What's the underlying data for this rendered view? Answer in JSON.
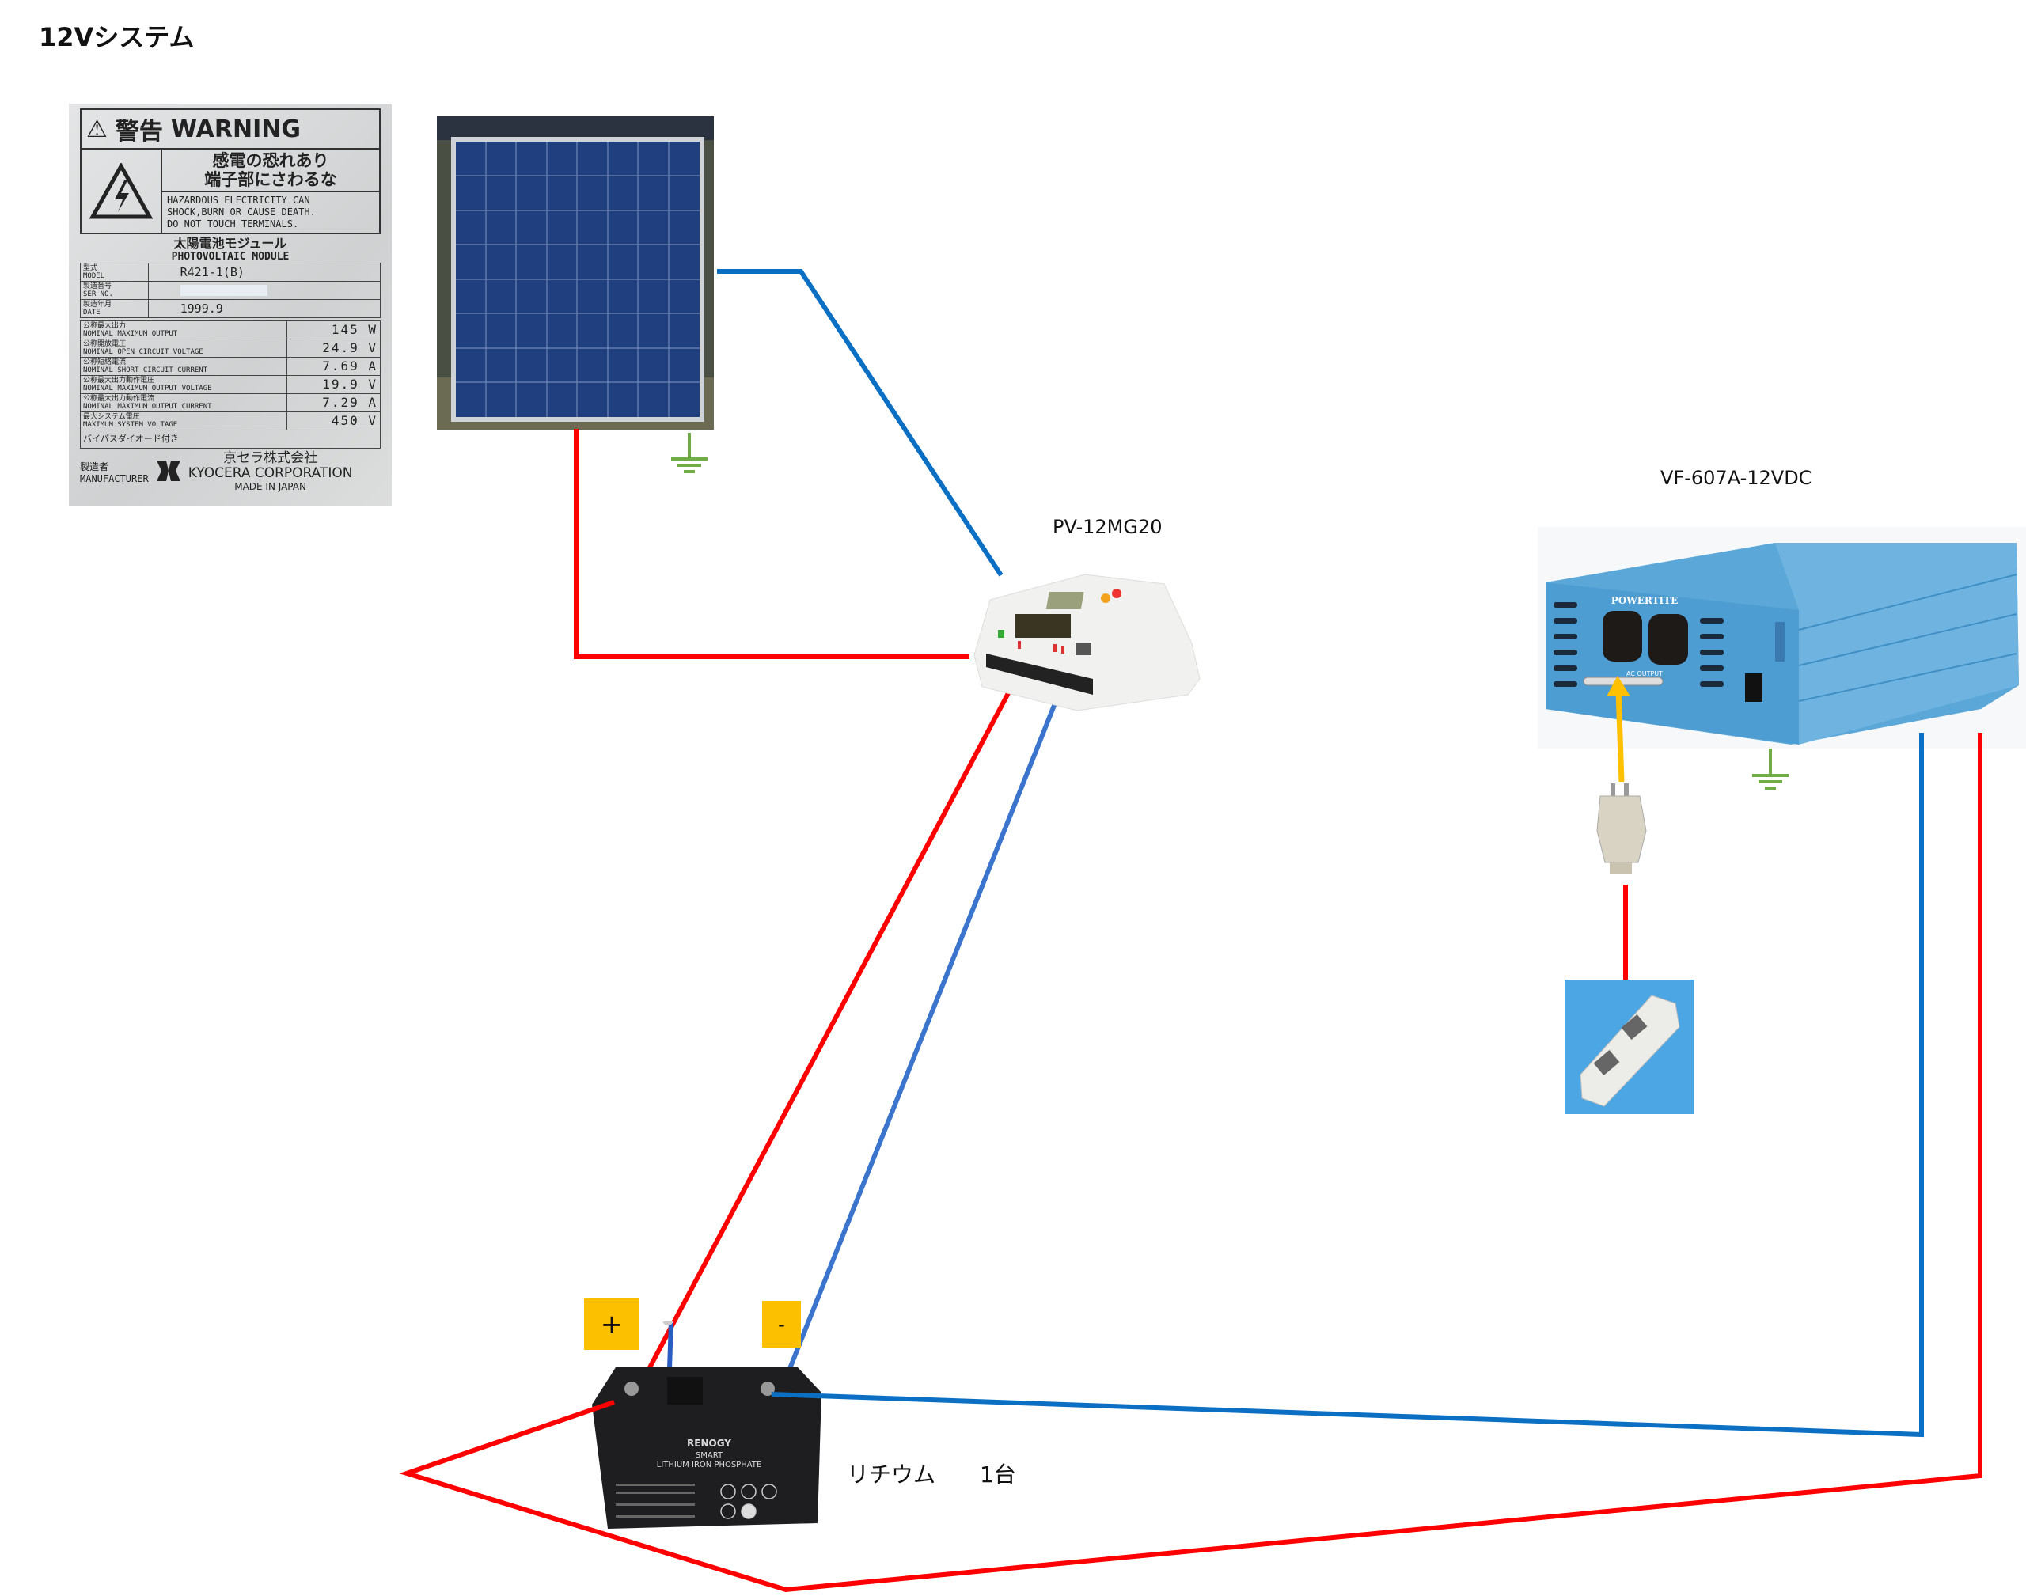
{
  "title": "12Vシステム",
  "nameplate": {
    "warning_jp": "警告",
    "warning_en": "WARNING",
    "hazard_jp_1": "感電の恐れあり",
    "hazard_jp_2": "端子部にさわるな",
    "hazard_en_1": "HAZARDOUS ELECTRICITY CAN",
    "hazard_en_2": "SHOCK,BURN OR CAUSE DEATH.",
    "hazard_en_3": "DO NOT TOUCH TERMINALS.",
    "module_jp": "太陽電池モジュール",
    "module_en": "PHOTOVOLTAIC MODULE",
    "info": [
      {
        "label_jp": "型式",
        "label_en": "MODEL",
        "value": "R421-1(B)"
      },
      {
        "label_jp": "製造番号",
        "label_en": "SER NO.",
        "value": ""
      },
      {
        "label_jp": "製造年月",
        "label_en": "DATE",
        "value": "1999.9"
      }
    ],
    "specs": [
      {
        "label_jp": "公称最大出力",
        "label_en": "NOMINAL MAXIMUM OUTPUT",
        "value": "145 W"
      },
      {
        "label_jp": "公称開放電圧",
        "label_en": "NOMINAL OPEN CIRCUIT VOLTAGE",
        "value": "24.9 V"
      },
      {
        "label_jp": "公称短絡電流",
        "label_en": "NOMINAL SHORT CIRCUIT CURRENT",
        "value": "7.69 A"
      },
      {
        "label_jp": "公称最大出力動作電圧",
        "label_en": "NOMINAL MAXIMUM OUTPUT VOLTAGE",
        "value": "19.9 V"
      },
      {
        "label_jp": "公称最大出力動作電流",
        "label_en": "NOMINAL MAXIMUM OUTPUT CURRENT",
        "value": "7.29 A"
      },
      {
        "label_jp": "最大システム電圧",
        "label_en": "MAXIMUM SYSTEM VOLTAGE",
        "value": "450 V"
      }
    ],
    "bypass": "バイパスダイオード付き",
    "manufacturer_jp": "製造者",
    "manufacturer_en": "MANUFACTURER",
    "corp_jp": "京セラ株式会社",
    "corp_en": "KYOCERA CORPORATION",
    "made_in": "MADE IN JAPAN",
    "logo_text": "KYOCERA"
  },
  "controller": {
    "label": "PV-12MG20"
  },
  "inverter": {
    "label": "VF-607A-12VDC",
    "brand": "POWERTITE",
    "ac_output": "AC OUTPUT"
  },
  "battery": {
    "brand": "RENOGY",
    "line1": "SMART",
    "line2": "LITHIUM IRON PHOSPHATE",
    "plus": "+",
    "minus": "-",
    "caption": "リチウム　　1台"
  },
  "colors": {
    "positive_wire": "#ff0000",
    "negative_wire": "#0b6fc4",
    "negative_wire_2": "#3a74cc",
    "ground": "#70ad47",
    "ac_arrow": "#ffc000",
    "terminal_box": "#fcc000",
    "outlet_bg": "#4ba6e3",
    "inverter_body": "#5aa7d8"
  }
}
